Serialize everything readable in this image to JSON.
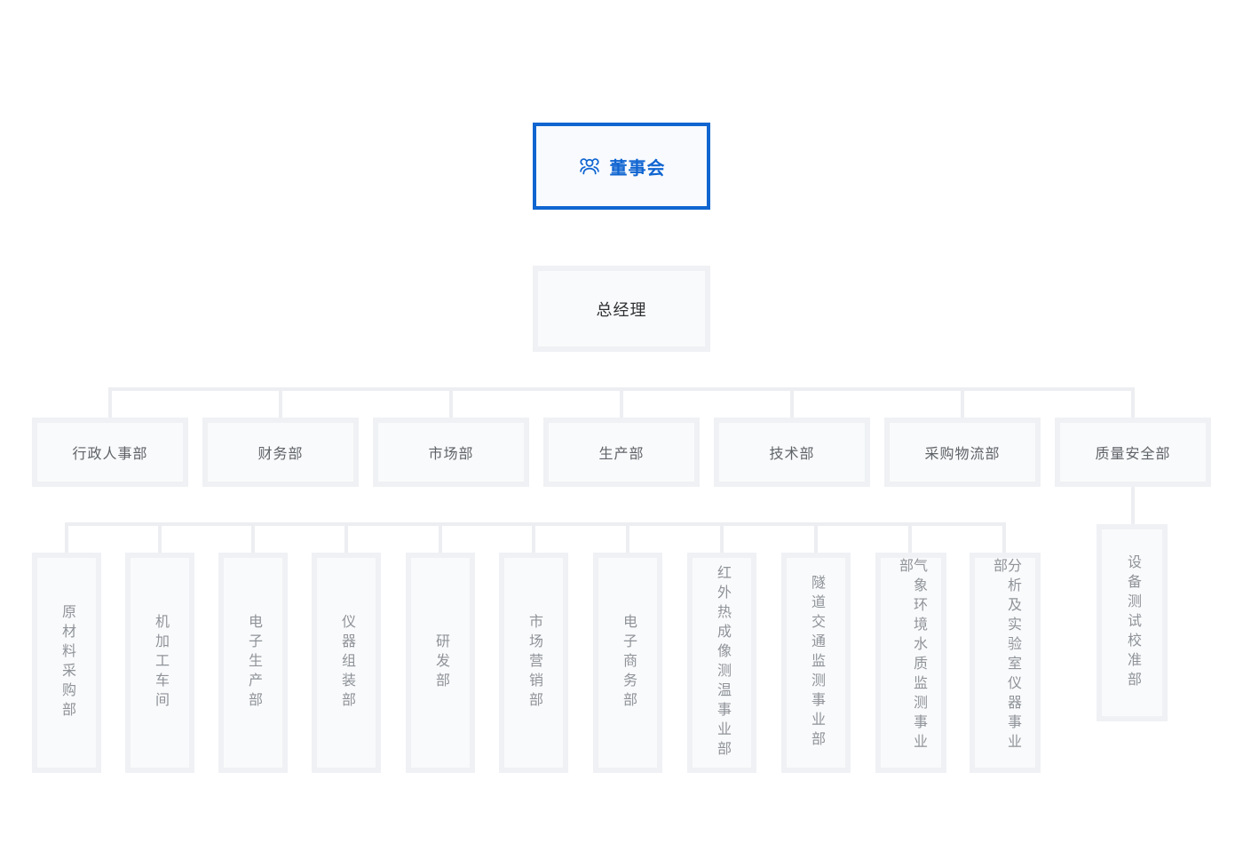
{
  "colors": {
    "accent_blue": "#1065d1",
    "node_band": "#eff1f4",
    "node_bg": "#f9fafb",
    "connector": "#eceef1",
    "root_text": "#1065d1",
    "gm_text": "#303133",
    "dept_text": "#5f6368",
    "sub_text": "#8f9399"
  },
  "chart": {
    "root": {
      "label": "董事会",
      "icon": "team-icon"
    },
    "gm": {
      "label": "总经理"
    },
    "departments": [
      {
        "label": "行政人事部"
      },
      {
        "label": "财务部"
      },
      {
        "label": "市场部"
      },
      {
        "label": "生产部"
      },
      {
        "label": "技术部"
      },
      {
        "label": "采购物流部"
      },
      {
        "label": "质量安全部"
      }
    ],
    "sub_departments": [
      {
        "label": "原材料采购部"
      },
      {
        "label": "机加工车间"
      },
      {
        "label": "电子生产部"
      },
      {
        "label": "仪器组装部"
      },
      {
        "label": "研发部"
      },
      {
        "label": "市场营销部"
      },
      {
        "label": "电子商务部"
      },
      {
        "label": "红外热成像测温事业部"
      },
      {
        "label": "隧道交通监测事业部"
      },
      {
        "label": "气象环境水质监测事业部"
      },
      {
        "label": "分析及实验室仪器事业部"
      }
    ],
    "quality_sub": {
      "label": "设备测试校准部"
    }
  }
}
